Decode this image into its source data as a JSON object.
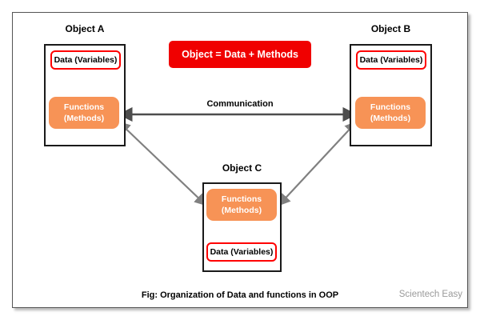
{
  "figure": {
    "caption": "Fig: Organization of Data and functions in OOP",
    "watermark": "Scientech Easy",
    "banner_text": "Object = Data + Methods",
    "communication_label": "Communication"
  },
  "colors": {
    "data_border": "#ff0000",
    "functions_fill": "#f79356",
    "banner_fill": "#f00000",
    "object_border": "#1a1a1a",
    "internal_arrow_head": "#7cdf3c",
    "communication_arrow": "#4d4d4d",
    "diagonal_arrow": "#808080",
    "watermark_text": "#9a9a9a"
  },
  "objects": [
    {
      "id": "a",
      "title": "Object A",
      "data_label": "Data (Variables)",
      "functions_line1": "Functions",
      "functions_line2": "(Methods)",
      "layout": "data-top"
    },
    {
      "id": "b",
      "title": "Object B",
      "data_label": "Data (Variables)",
      "functions_line1": "Functions",
      "functions_line2": "(Methods)",
      "layout": "data-top"
    },
    {
      "id": "c",
      "title": "Object C",
      "data_label": "Data (Variables)",
      "functions_line1": "Functions",
      "functions_line2": "(Methods)",
      "layout": "functions-top"
    }
  ],
  "connections": [
    {
      "id": "a-b",
      "label": "Communication",
      "style": "bidirectional",
      "from": "Object A",
      "to": "Object B"
    },
    {
      "id": "a-c",
      "label": "",
      "style": "bidirectional",
      "from": "Object A",
      "to": "Object C"
    },
    {
      "id": "b-c",
      "label": "",
      "style": "bidirectional",
      "from": "Object B",
      "to": "Object C"
    }
  ]
}
